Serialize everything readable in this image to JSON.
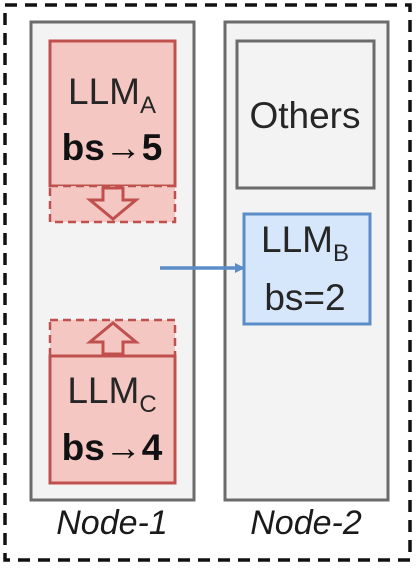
{
  "colors": {
    "red_fill": "#f4c7c3",
    "red_stroke": "#c0504d",
    "blue_fill": "#d6e6fb",
    "blue_stroke": "#5b8ec9",
    "node_fill": "#f3f3f3",
    "node_stroke": "#6b6b6b"
  },
  "nodes": [
    {
      "label": "Node-1"
    },
    {
      "label": "Node-2"
    }
  ],
  "llm_a": {
    "name": "LLM",
    "sub": "A",
    "bs": "bs→5"
  },
  "llm_c": {
    "name": "LLM",
    "sub": "C",
    "bs": "bs→4"
  },
  "llm_b": {
    "name": "LLM",
    "sub": "B",
    "bs": "bs=2"
  },
  "others": {
    "label": "Others"
  }
}
